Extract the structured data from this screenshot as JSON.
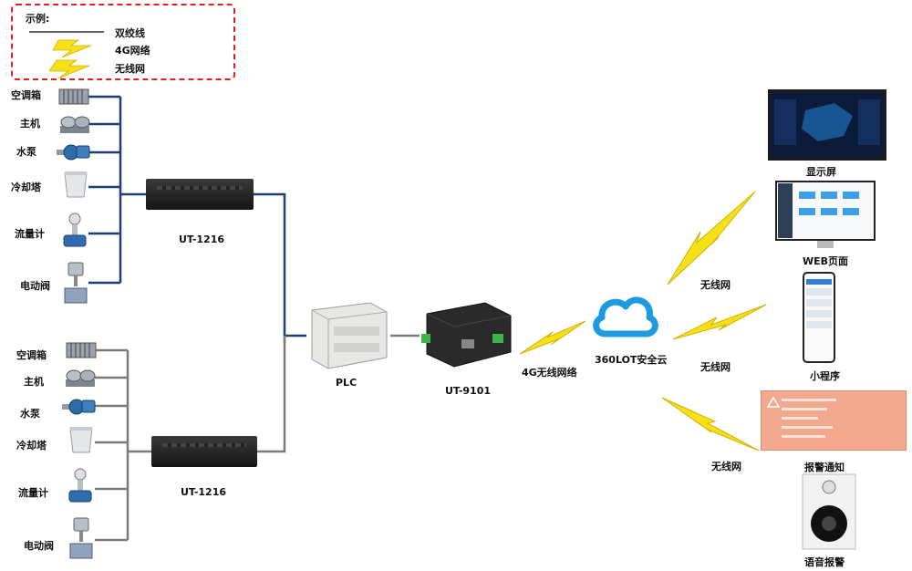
{
  "legend": {
    "title": "示例:",
    "twisted_pair": "双绞线",
    "net_4g": "4G网络",
    "wireless": "无线网"
  },
  "group1": {
    "devices": [
      "空调箱",
      "主机",
      "水泵",
      "冷却塔",
      "流量计",
      "电动阀"
    ],
    "switch_label": "UT-1216"
  },
  "group2": {
    "devices": [
      "空调箱",
      "主机",
      "水泵",
      "冷却塔",
      "流量计",
      "电动阀"
    ],
    "switch_label": "UT-1216"
  },
  "plc_label": "PLC",
  "gateway_label": "UT-9101",
  "link_4g_label": "4G无线网络",
  "cloud_label": "360LOT安全云",
  "outputs": {
    "display": "显示屏",
    "web": "WEB页面",
    "mini": "小程序",
    "alarm": "报警通知",
    "voice": "语音报警"
  },
  "wireless_labels": [
    "无线网",
    "无线网",
    "无线网"
  ],
  "colors": {
    "group1_wire": "#1f3d78",
    "group2_wire": "#7a7a7a",
    "lightning": "#f5e118",
    "cloud": "#1e9be0"
  }
}
